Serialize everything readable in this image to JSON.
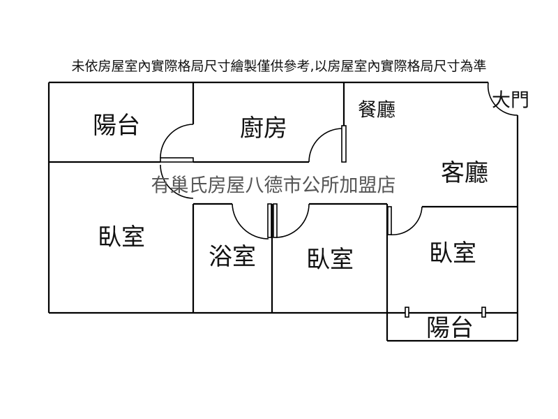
{
  "disclaimer": "未依房屋室內實際格局尺寸繪製僅供參考,以房屋室內實際格局尺寸為準",
  "watermark": "有巢氏房屋八德市公所加盟店",
  "rooms": {
    "balcony_top": "陽台",
    "kitchen": "廚房",
    "dining": "餐廳",
    "living": "客廳",
    "main_door": "大門",
    "bedroom_left": "臥室",
    "bathroom": "浴室",
    "bedroom_middle": "臥室",
    "bedroom_right": "臥室",
    "balcony_bottom": "陽台"
  }
}
